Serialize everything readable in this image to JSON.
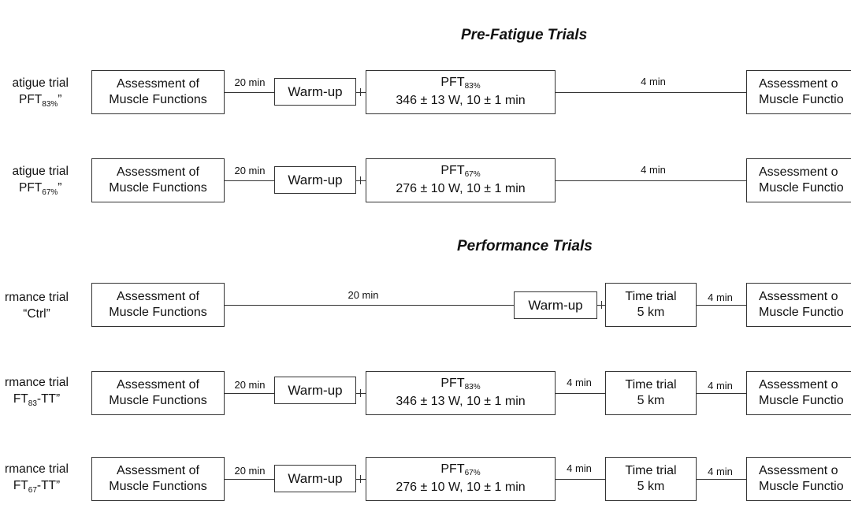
{
  "sections": {
    "pre_fatigue": {
      "title": "Pre-Fatigue Trials"
    },
    "performance": {
      "title": "Performance Trials"
    }
  },
  "labels": {
    "assessment_line1": "Assessment of",
    "assessment_line2": "Muscle Functions",
    "assessment_cut_line1": "Assessment o",
    "assessment_cut_line2": "Muscle Functio",
    "warmup": "Warm-up",
    "pft": "PFT",
    "time_trial": "Time trial",
    "distance": "5 km",
    "t20": "20 min",
    "t4": "4 min"
  },
  "rows": {
    "pft83": {
      "label_line1": "atigue trial",
      "label_line2_pre": "PFT",
      "label_line2_sub": "83%",
      "label_line2_post": "”",
      "pft_sub": "83%",
      "pft_values": "346 ± 13 W, 10 ± 1 min"
    },
    "pft67": {
      "label_line1": "atigue trial",
      "label_line2_pre": "PFT",
      "label_line2_sub": "67%",
      "label_line2_post": "”",
      "pft_sub": "67%",
      "pft_values": "276 ± 10 W, 10 ± 1 min"
    },
    "ctrl": {
      "label_line1": "rmance trial",
      "label_line2_pre": "“Ctrl”",
      "label_line2_sub": "",
      "label_line2_post": ""
    },
    "pft83tt": {
      "label_line1": "rmance trial",
      "label_line2_pre": "FT",
      "label_line2_sub": "83",
      "label_line2_post": "-TT”",
      "pft_sub": "83%",
      "pft_values": "346 ± 13 W, 10 ± 1 min"
    },
    "pft67tt": {
      "label_line1": "rmance trial",
      "label_line2_pre": "FT",
      "label_line2_sub": "67",
      "label_line2_post": "-TT”",
      "pft_sub": "67%",
      "pft_values": "276 ± 10 W, 10 ± 1 min"
    }
  }
}
